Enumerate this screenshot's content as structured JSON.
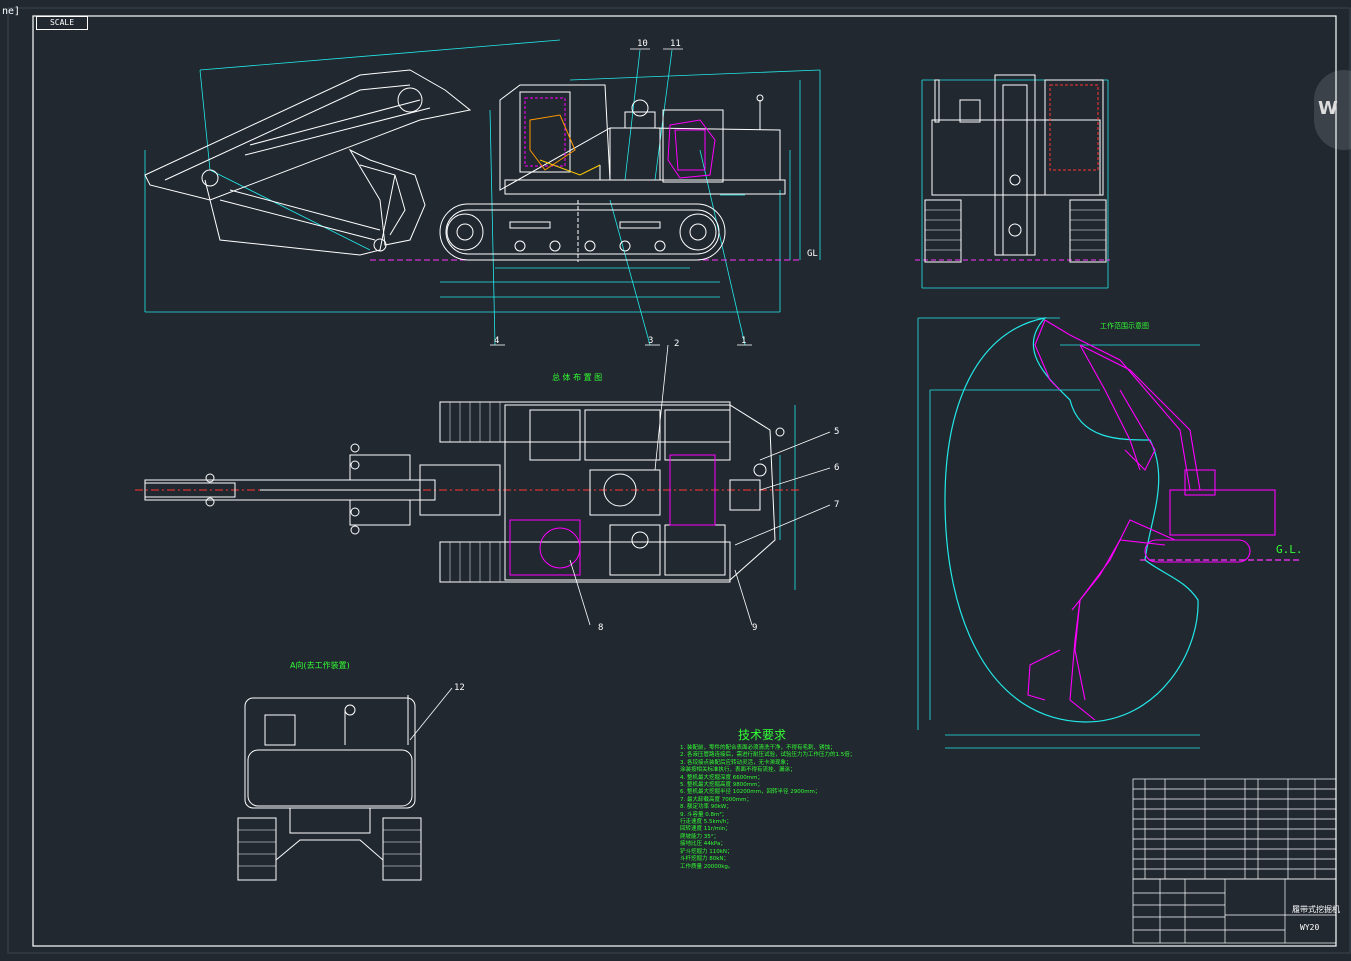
{
  "window": {
    "edge_label": "ne]",
    "watermark": "W"
  },
  "sheet": {
    "tag": "SCALE"
  },
  "views": {
    "side_view_items": [
      "10",
      "11",
      "4",
      "3",
      "1"
    ],
    "side_view_ground": "GL",
    "top_view_title": "总 体 布 置 图",
    "top_view_items": [
      "2",
      "5",
      "6",
      "7",
      "8",
      "9"
    ],
    "rear_view_title": "A向(去工作装置)",
    "rear_view_item": "12",
    "envelope_title": "工作范围示意图",
    "envelope_ground": "G.L."
  },
  "notes": {
    "title": "技术要求",
    "lines": [
      "1. 装配前，零件的配合表面必须清洗干净，不得有毛刺、锈蚀；",
      "2. 各液压管路连接后，需进行耐压试验，试验压力为工作压力的1.5倍；",
      "3. 各铰接点装配后应转动灵活，无卡滞现象；",
      "  涂装按相关标准执行，表面不得有流挂、漏涂；",
      "4. 整机最大挖掘深度 6600mm；",
      "5. 整机最大挖掘高度 9800mm；",
      "6. 整机最大挖掘半径 10200mm，回转半径 2900mm；",
      "7. 最大卸载高度 7000mm；",
      "8. 额定功率 90kW；",
      "9. 斗容量 0.8m³；",
      "   行走速度 5.5km/h；",
      "   回转速度 11r/min；",
      "   爬坡能力 35°；",
      "   接地比压 44kPa；",
      "   铲斗挖掘力 110kN；",
      "   斗杆挖掘力 80kN；",
      "   工作质量 20000kg。"
    ]
  },
  "titleblock": {
    "drawing_name": "履带式挖掘机",
    "drawing_code": "WY20"
  },
  "colors": {
    "background": "#212830",
    "line": "#ffffff",
    "dimension": "#22e8e8",
    "highlight": "#ff00ff",
    "text_note": "#33ff33",
    "ground_line": "#ff33ff"
  }
}
